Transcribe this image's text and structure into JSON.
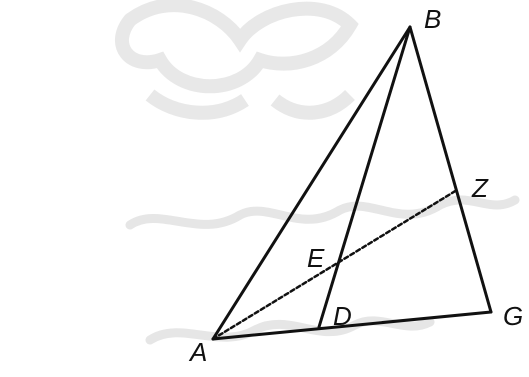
{
  "diagram": {
    "points": {
      "A": "A",
      "B": "B",
      "G": "G",
      "D": "D",
      "E": "E",
      "Z": "Z"
    },
    "segments": [
      "AB",
      "BG",
      "AG",
      "BD",
      "AZ"
    ],
    "dashed_segments": [
      "AZ"
    ],
    "colors": {
      "line": "#111111",
      "watermark": "#d9d9d9",
      "background": "#ffffff"
    }
  }
}
